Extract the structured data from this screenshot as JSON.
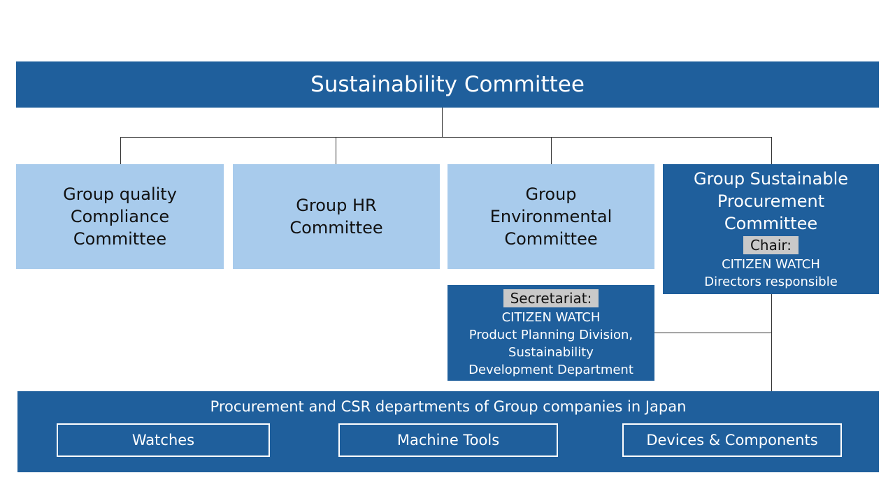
{
  "top": {
    "title": "Sustainability Committee"
  },
  "committees": {
    "quality": [
      "Group quality",
      "Compliance",
      "Committee"
    ],
    "hr": [
      "Group HR",
      "Committee"
    ],
    "environmental": [
      "Group",
      "Environmental",
      "Committee"
    ],
    "procurement": {
      "title": [
        "Group Sustainable",
        "Procurement",
        "Committee"
      ],
      "chair_label": "Chair:",
      "chair_lines": [
        "CITIZEN WATCH",
        "Directors responsible"
      ]
    }
  },
  "secretariat": {
    "label": "Secretariat:",
    "lines": [
      "CITIZEN WATCH",
      "Product Planning Division,",
      "Sustainability",
      "Development Department"
    ]
  },
  "bottom": {
    "title": "Procurement and CSR departments of Group companies in Japan",
    "units": [
      "Watches",
      "Machine Tools",
      "Devices & Components"
    ]
  },
  "colors": {
    "dark_blue": "#1f5f9c",
    "light_blue": "#a8cbec",
    "tag_gray": "#c9c9c9"
  }
}
